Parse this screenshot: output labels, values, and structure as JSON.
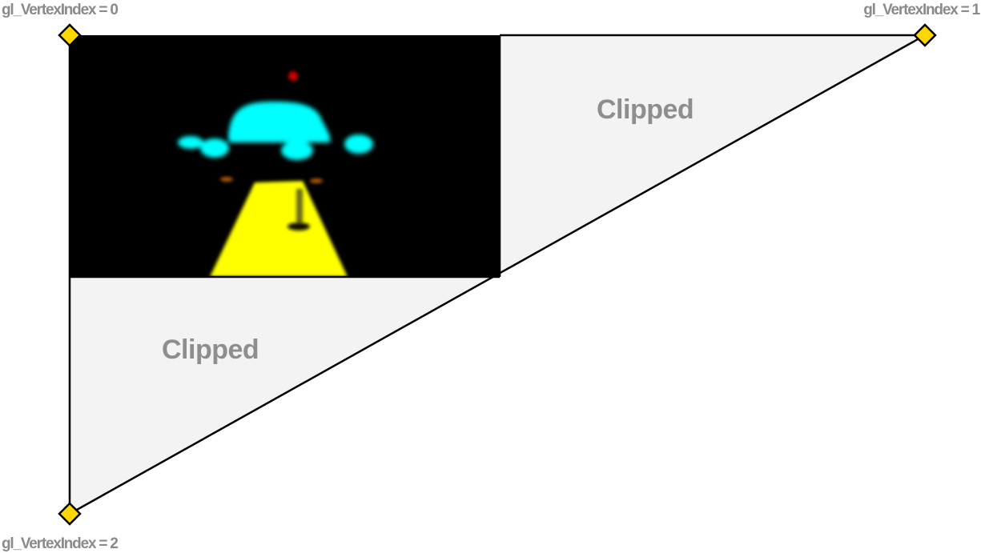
{
  "vertices": [
    {
      "label": "gl_VertexIndex = 0",
      "color": "#ffd700"
    },
    {
      "label": "gl_VertexIndex = 1",
      "color": "#ffd700"
    },
    {
      "label": "gl_VertexIndex = 2",
      "color": "#ffd700"
    }
  ],
  "regions": {
    "clipped_top_label": "Clipped",
    "clipped_bottom_label": "Clipped"
  },
  "colors": {
    "clipped_fill": "#f3f3f3",
    "edge": "#000000",
    "label_gray": "#8a8a8a",
    "viewport_background": "#000000",
    "shape_cyan": "#00ffff",
    "shape_yellow": "#ffff00",
    "shape_red": "#cc0000",
    "shape_orange": "#cc6600"
  }
}
